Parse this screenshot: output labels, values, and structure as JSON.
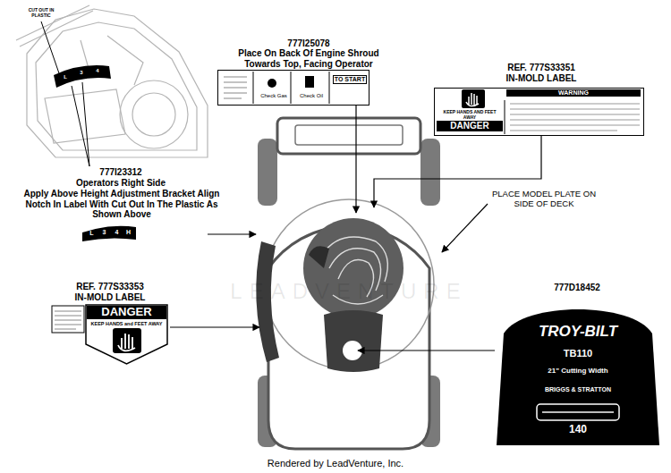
{
  "diagram": {
    "nodes": [
      {
        "text": [
          "TO START",
          "Check Oil",
          "Check Gas"
        ]
      },
      {
        "text": [
          "WARNING",
          "KEEP HANDS AND FEET AWAY",
          "DANGER"
        ]
      },
      {
        "text": [
          "L",
          "3",
          "4",
          "H"
        ]
      },
      {
        "text": [
          "DANGER",
          "KEEP HANDS and FEET AWAY"
        ]
      },
      {
        "text": [
          "TROY-BILT",
          "TB110",
          "21\" Cutting Width",
          "BRIGGS & STRATTON",
          "140"
        ]
      }
    ],
    "labels": [
      "CUT OUT IN PLASTIC",
      "L",
      "3",
      "4",
      "777I23312",
      "Operators Right Side",
      "Apply Above Height Adjustment Bracket Align Notch In Label With Cut Out In The Plastic As Shown Above",
      "777I25078",
      "Place On Back Of Engine Shroud Towards Top, Facing Operator",
      "REF. 777S33351",
      "IN-MOLD LABEL",
      "PLACE MODEL PLATE ON SIDE OF DECK",
      "REF. 777S33353",
      "IN-MOLD LABEL",
      "777D18452",
      "LEADVENTURE",
      "Rendered by LeadVenture, Inc."
    ]
  }
}
